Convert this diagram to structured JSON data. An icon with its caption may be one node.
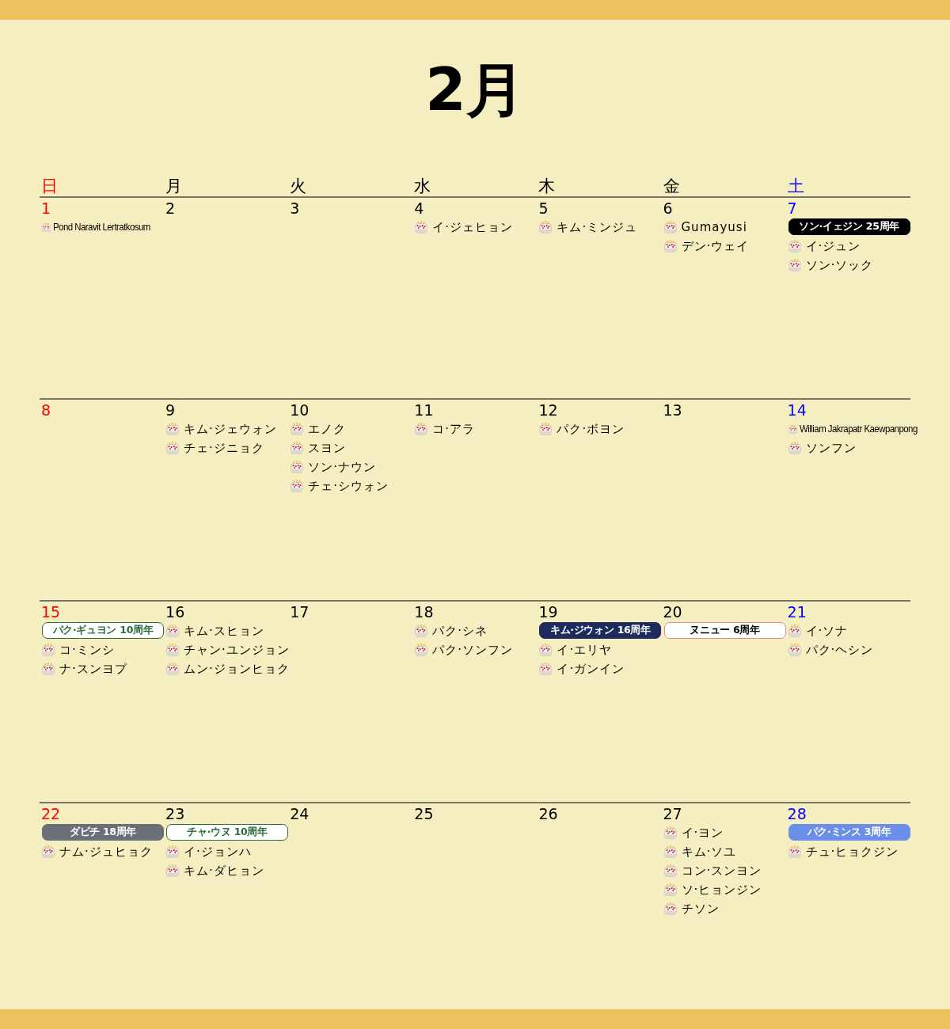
{
  "diagram": {
    "title": "2月",
    "nodes": [
      {
        "text": [
          "ソン·イェジン 25周年"
        ]
      },
      {
        "text": [
          "パク·ギュヨン 10周年"
        ]
      },
      {
        "text": [
          "キム·ジウォン 16周年"
        ]
      },
      {
        "text": [
          "ヌニュー 6周年"
        ]
      },
      {
        "text": [
          "ダビチ 18周年"
        ]
      },
      {
        "text": [
          "チャ·ウヌ 10周年"
        ]
      },
      {
        "text": [
          "パク·ミンス 3周年"
        ]
      }
    ],
    "labels": [
      "日",
      "月",
      "火",
      "水",
      "木",
      "金",
      "土",
      "1",
      "Pond Naravit Lertratkosum",
      "2",
      "3",
      "4",
      "イ·ジェヒョン",
      "5",
      "キム·ミンジュ",
      "6",
      "Gumayusi",
      "デン·ウェイ",
      "7",
      "イ·ジュン",
      "ソン·ソック",
      "8",
      "9",
      "キム·ジェウォン",
      "チェ·ジニョク",
      "10",
      "エノク",
      "スヨン",
      "ソン·ナウン",
      "チェ·シウォン",
      "11",
      "コ·アラ",
      "12",
      "パク·ボヨン",
      "13",
      "14",
      "William Jakrapatr Kaewpanpong",
      "ソンフン",
      "15",
      "コ·ミンシ",
      "ナ·スンヨプ",
      "16",
      "キム·スヒョン",
      "チャン·ユンジョン",
      "ムン·ジョンヒョク",
      "17",
      "18",
      "パク·シネ",
      "パク·ソンフン",
      "19",
      "イ·エリヤ",
      "イ·ガンイン",
      "20",
      "21",
      "イ·ソナ",
      "パク·ヘシン",
      "22",
      "ナム·ジュヒョク",
      "23",
      "イ·ジョンハ",
      "キム·ダヒョン",
      "24",
      "25",
      "26",
      "27",
      "イ·ヨン",
      "キム·ソユ",
      "コン·スンヨン",
      "ソ·ヒョンジン",
      "チソン",
      "28",
      "チュ·ヒョクジン"
    ]
  }
}
